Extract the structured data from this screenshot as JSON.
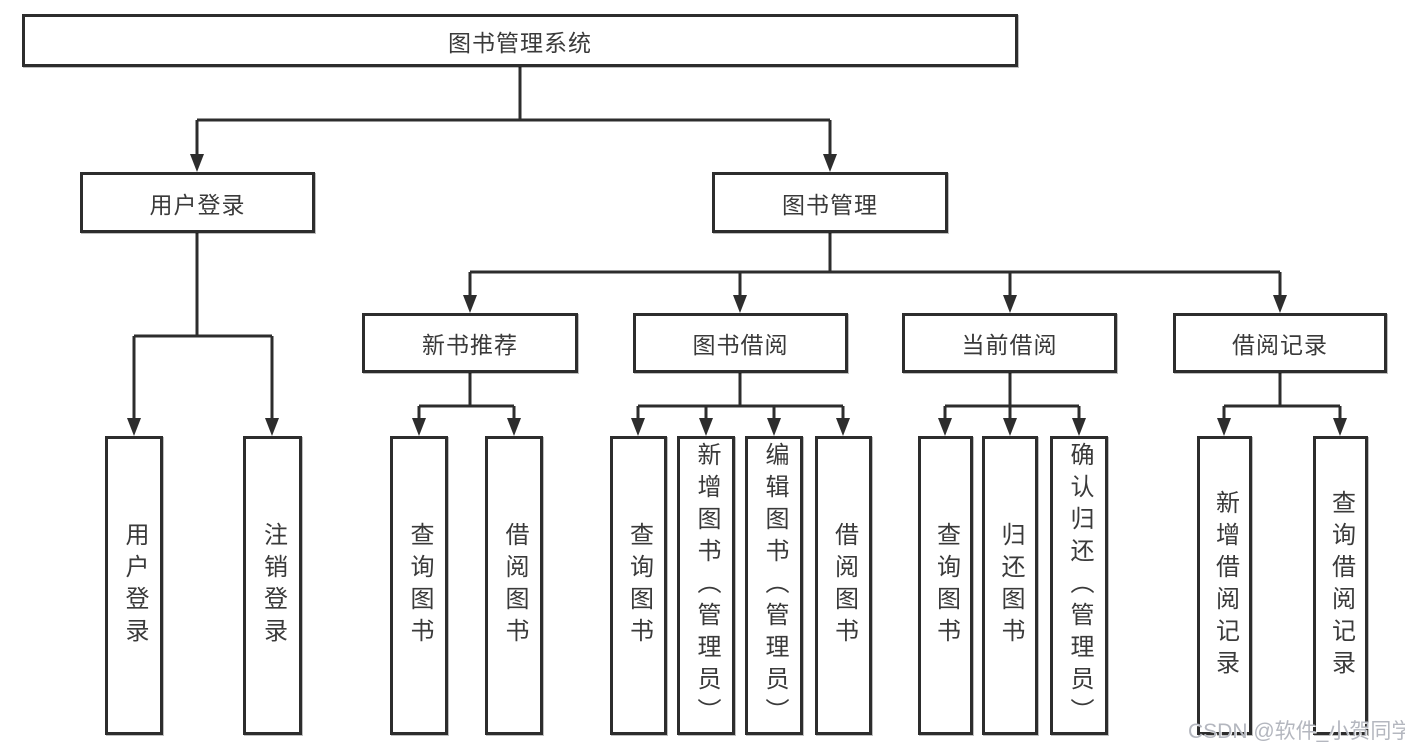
{
  "title": "图书管理系统",
  "tree": {
    "root": {
      "label": "图书管理系统"
    },
    "branches": [
      {
        "label": "用户登录",
        "children": [
          {
            "label": "用户登录"
          },
          {
            "label": "注销登录"
          }
        ]
      },
      {
        "label": "图书管理",
        "children": [
          {
            "label": "新书推荐",
            "children": [
              {
                "label": "查询图书"
              },
              {
                "label": "借阅图书"
              }
            ]
          },
          {
            "label": "图书借阅",
            "children": [
              {
                "label": "查询图书"
              },
              {
                "label": "新增图书（管理员）"
              },
              {
                "label": "编辑图书（管理员）"
              },
              {
                "label": "借阅图书"
              }
            ]
          },
          {
            "label": "当前借阅",
            "children": [
              {
                "label": "查询图书"
              },
              {
                "label": "归还图书"
              },
              {
                "label": "确认归还（管理员）"
              }
            ]
          },
          {
            "label": "借阅记录",
            "children": [
              {
                "label": "新增借阅记录"
              },
              {
                "label": "查询借阅记录"
              }
            ]
          }
        ]
      }
    ]
  },
  "colors": {
    "line": "#2d2d2d",
    "text": "#3a3a3a",
    "watermark": "#b4b7bf",
    "background": "#ffffff"
  },
  "watermark": "CSDN @软件_小贺同学"
}
